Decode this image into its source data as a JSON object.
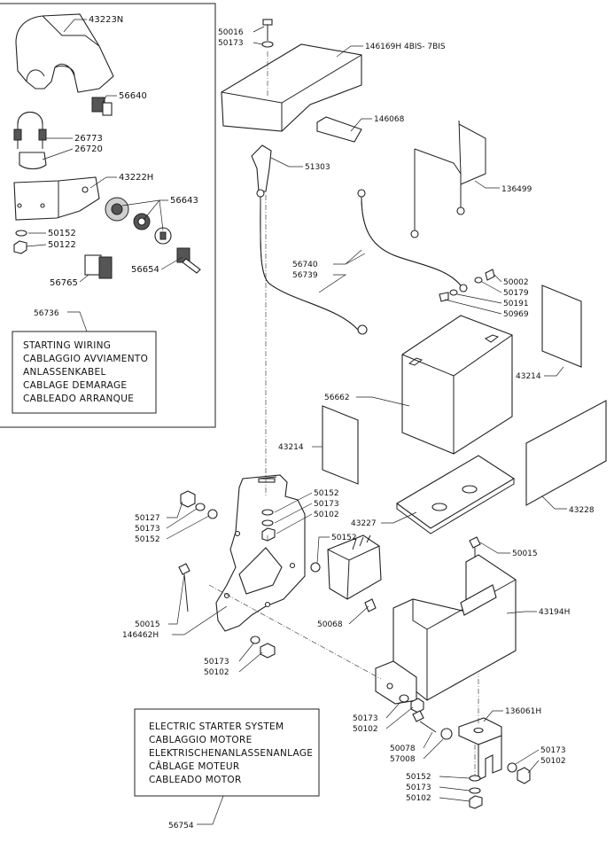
{
  "starting_wiring_box": {
    "ref": "56736",
    "lines": [
      "STARTING  WIRING",
      "CABLAGGIO  AVVIAMENTO",
      "ANLASSENKABEL",
      "CABLAGE  DEMARAGE",
      "CABLEADO  ARRANQUE"
    ]
  },
  "electric_starter_box": {
    "ref": "56754",
    "lines": [
      "ELECTRIC  STARTER  SYSTEM",
      "CABLAGGIO  MOTORE",
      "ELEKTRISCHENANLASSENANLAGE",
      "CÂBLAGE  MOTEUR",
      "CABLEADO  MOTOR"
    ]
  },
  "labels": {
    "l43223N": "43223N",
    "l56640": "56640",
    "l26773": "26773",
    "l26720": "26720",
    "l43222H": "43222H",
    "l56643": "56643",
    "l50152a": "50152",
    "l50122": "50122",
    "l56654": "56654",
    "l56765": "56765",
    "l50016": "50016",
    "l50173a": "50173",
    "l146169H": "146169H 4BIS- 7BIS",
    "l146068": "146068",
    "l51303": "51303",
    "l136499": "136499",
    "l56740": "56740",
    "l56739": "56739",
    "l50002": "50002",
    "l50179": "50179",
    "l50191": "50191",
    "l50969": "50969",
    "l43214a": "43214",
    "l56662": "56662",
    "l43214b": "43214",
    "l43228": "43228",
    "l43227": "43227",
    "l50152b": "50152",
    "l50173b": "50173",
    "l50102a": "50102",
    "l50127": "50127",
    "l50173c": "50173",
    "l50152c": "50152",
    "l50152d": "50152",
    "l50015a": "50015",
    "l50015b": "50015",
    "l146462H": "146462H",
    "l50068": "50068",
    "l43194H": "43194H",
    "l50173d": "50173",
    "l50102b": "50102",
    "l50173e": "50173",
    "l50102c": "50102",
    "l136061H": "136061H",
    "l50078": "50078",
    "l57008": "57008",
    "l50173f": "50173",
    "l50102d": "50102",
    "l50152e": "50152",
    "l50173g": "50173",
    "l50102e": "50102"
  }
}
